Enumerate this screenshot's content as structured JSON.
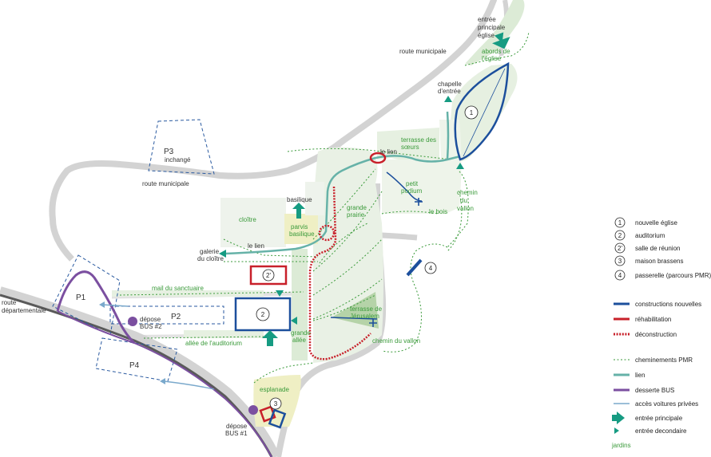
{
  "colors": {
    "road": "#d3d3d3",
    "road_dark": "#5a5a5a",
    "garden": "#dcebd6",
    "garden_dark": "#b5d3a8",
    "building": "#eef3ec",
    "yellow": "#efefc4",
    "blue": "#1c4f9c",
    "red": "#c8202a",
    "green_path": "#3a9a3a",
    "teal": "#66b2a8",
    "teal_arrow": "#169b82",
    "purple": "#7b4fa0",
    "light_blue": "#7aa9cc",
    "parking_dash": "#2a5aa0",
    "text": "#333333",
    "text_green": "#3a9a3a"
  },
  "labels": {
    "entree_principale_eglise": [
      "entrée",
      "principale",
      "église"
    ],
    "abords_eglise": [
      "abords de",
      "l'église"
    ],
    "route_municipale_top": "route municipale",
    "route_municipale_left": "route municipale",
    "route_departementale": [
      "route",
      "départementale"
    ],
    "chapelle_entree": [
      "chapelle",
      "d'entrée"
    ],
    "terrasse_soeurs": [
      "terrasse des",
      "sœurs"
    ],
    "le_lien_top": "le lien",
    "le_lien_mid": "le lien",
    "petit_podium": [
      "petit",
      "podium"
    ],
    "le_bois": "le bois",
    "chemin_du_vallon_v": [
      "chemin",
      "du",
      "vallon"
    ],
    "chemin_du_vallon_h": "chemin du vallon",
    "grande_prairie": [
      "grande",
      "prairie"
    ],
    "basilique": "basilique",
    "parvis_basilique": [
      "parvis",
      "basilique"
    ],
    "cloitre": "cloître",
    "galerie_cloitre": [
      "galerie",
      "du cloître"
    ],
    "mail_sanctuaire": "mail du sanctuaire",
    "allee_auditorium": "allée de l'auditorium",
    "grande_allee": [
      "grande",
      "allée"
    ],
    "terrasse_jerusalem": [
      "terrasse de",
      "Jérusalem"
    ],
    "esplanade": "esplanade",
    "p1": "P1",
    "p2": "P2",
    "p3": [
      "P3",
      "inchangé"
    ],
    "p4": "P4",
    "depose_bus2": [
      "dépose",
      "BUS #2"
    ],
    "depose_bus1": [
      "dépose",
      "BUS #1"
    ],
    "marker_1": "1",
    "marker_2": "2",
    "marker_2p": "2'",
    "marker_3": "3",
    "marker_4": "4"
  },
  "legend": {
    "markers": [
      {
        "num": "1",
        "label": "nouvelle église"
      },
      {
        "num": "2",
        "label": "auditorium"
      },
      {
        "num": "2'",
        "label": "salle de réunion"
      },
      {
        "num": "3",
        "label": "maison brassens"
      },
      {
        "num": "4",
        "label": "passerelle (parcours PMR)"
      }
    ],
    "constructions": [
      {
        "style": "blue",
        "label": "constructions nouvelles"
      },
      {
        "style": "red",
        "label": "réhabilitation"
      },
      {
        "style": "red-dotted",
        "label": "déconstruction"
      }
    ],
    "circulation": [
      {
        "style": "green-dotted",
        "label": "cheminements PMR"
      },
      {
        "style": "teal",
        "label": "lien"
      },
      {
        "style": "purple",
        "label": "desserte BUS"
      },
      {
        "style": "light-blue",
        "label": "accès voitures privées"
      },
      {
        "style": "big-arrow",
        "label": "entrée principale"
      },
      {
        "style": "small-arrow",
        "label": "entrée decondaire"
      },
      {
        "style": "garden-text",
        "label": "jardins"
      }
    ]
  }
}
